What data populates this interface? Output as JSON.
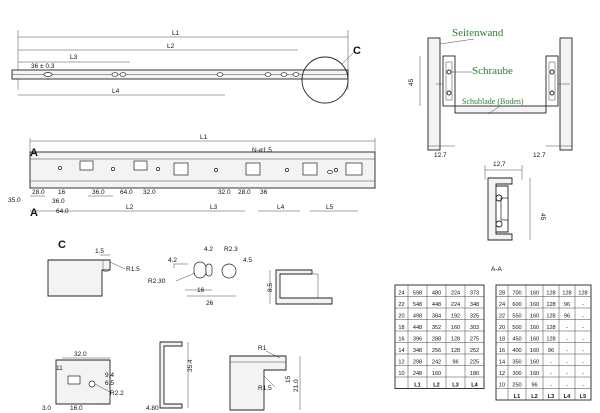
{
  "top_view": {
    "L1": "L1",
    "L2": "L2",
    "L3": "L3",
    "L4": "L4",
    "dim_36": "36 ± 0.3",
    "detail_callout": "C"
  },
  "side_view": {
    "L1": "L1",
    "hole_note": "N-ø1.5",
    "section_a_top": "A",
    "section_a_bottom": "A",
    "dims": {
      "d28a": "28.0",
      "d16": "16",
      "d36a": "36.0",
      "d64a": "64.0",
      "d36b": "36.0",
      "d64b": "64.0",
      "d32a": "32.0",
      "d32b": "32.0",
      "d28b": "28.0",
      "d36c": "36",
      "d35": "35.0",
      "L2": "L2",
      "L3": "L3",
      "L4": "L4",
      "L5": "L5"
    }
  },
  "assembly": {
    "label_wall": "Seitenwand",
    "label_screw": "Schraube",
    "label_bottom": "Schublade (Boden)",
    "dim_45": "45",
    "dim_127_left": "12.7",
    "dim_127_right": "12.7"
  },
  "section_aa": {
    "dim_127": "12,7",
    "dim_45": "45",
    "label": "A-A"
  },
  "detail_c": {
    "label": "C",
    "d15": "1.5",
    "r15": "R1.5",
    "r230": "R2.30",
    "d42a": "4.2",
    "d42b": "4.2",
    "r23": "R2.3",
    "d45": "4.5",
    "d16": "16",
    "d26": "26",
    "d85": "8.5"
  },
  "bottom_views": {
    "d320": "32.0",
    "d11": "11",
    "d94": "9.4",
    "d65": "6.5",
    "r22": "R2.2",
    "d30": "3.0",
    "d160": "16.0",
    "d480": "4.80",
    "d354": "35.4",
    "r1": "R1",
    "r15": "R1.5",
    "d15": "15",
    "d210": "21.0"
  },
  "table_left": {
    "headers": [
      "L1",
      "L2",
      "L3",
      "L4"
    ],
    "rows": [
      [
        "24",
        "598",
        "480",
        "224",
        "373"
      ],
      [
        "22",
        "548",
        "448",
        "224",
        "348"
      ],
      [
        "20",
        "498",
        "384",
        "192",
        "325"
      ],
      [
        "18",
        "448",
        "352",
        "160",
        "303"
      ],
      [
        "16",
        "396",
        "288",
        "128",
        "275"
      ],
      [
        "14",
        "348",
        "256",
        "128",
        "252"
      ],
      [
        "12",
        "298",
        "242",
        "96",
        "225"
      ],
      [
        "10",
        "248",
        "160",
        "",
        "180"
      ]
    ]
  },
  "table_right": {
    "headers": [
      "L1",
      "L2",
      "L3",
      "L4",
      "L5"
    ],
    "rows": [
      [
        "28",
        "700",
        "160",
        "128",
        "128",
        "128"
      ],
      [
        "24",
        "600",
        "160",
        "128",
        "96",
        "-"
      ],
      [
        "22",
        "550",
        "160",
        "128",
        "96",
        "-"
      ],
      [
        "20",
        "500",
        "160",
        "128",
        "-",
        "-"
      ],
      [
        "18",
        "450",
        "160",
        "128",
        "-",
        "-"
      ],
      [
        "16",
        "400",
        "160",
        "96",
        "-",
        "-"
      ],
      [
        "14",
        "350",
        "160",
        "-",
        "-",
        "-"
      ],
      [
        "12",
        "300",
        "160",
        "-",
        "-",
        "-"
      ],
      [
        "10",
        "250",
        "96",
        "-",
        "-",
        "-"
      ]
    ]
  }
}
